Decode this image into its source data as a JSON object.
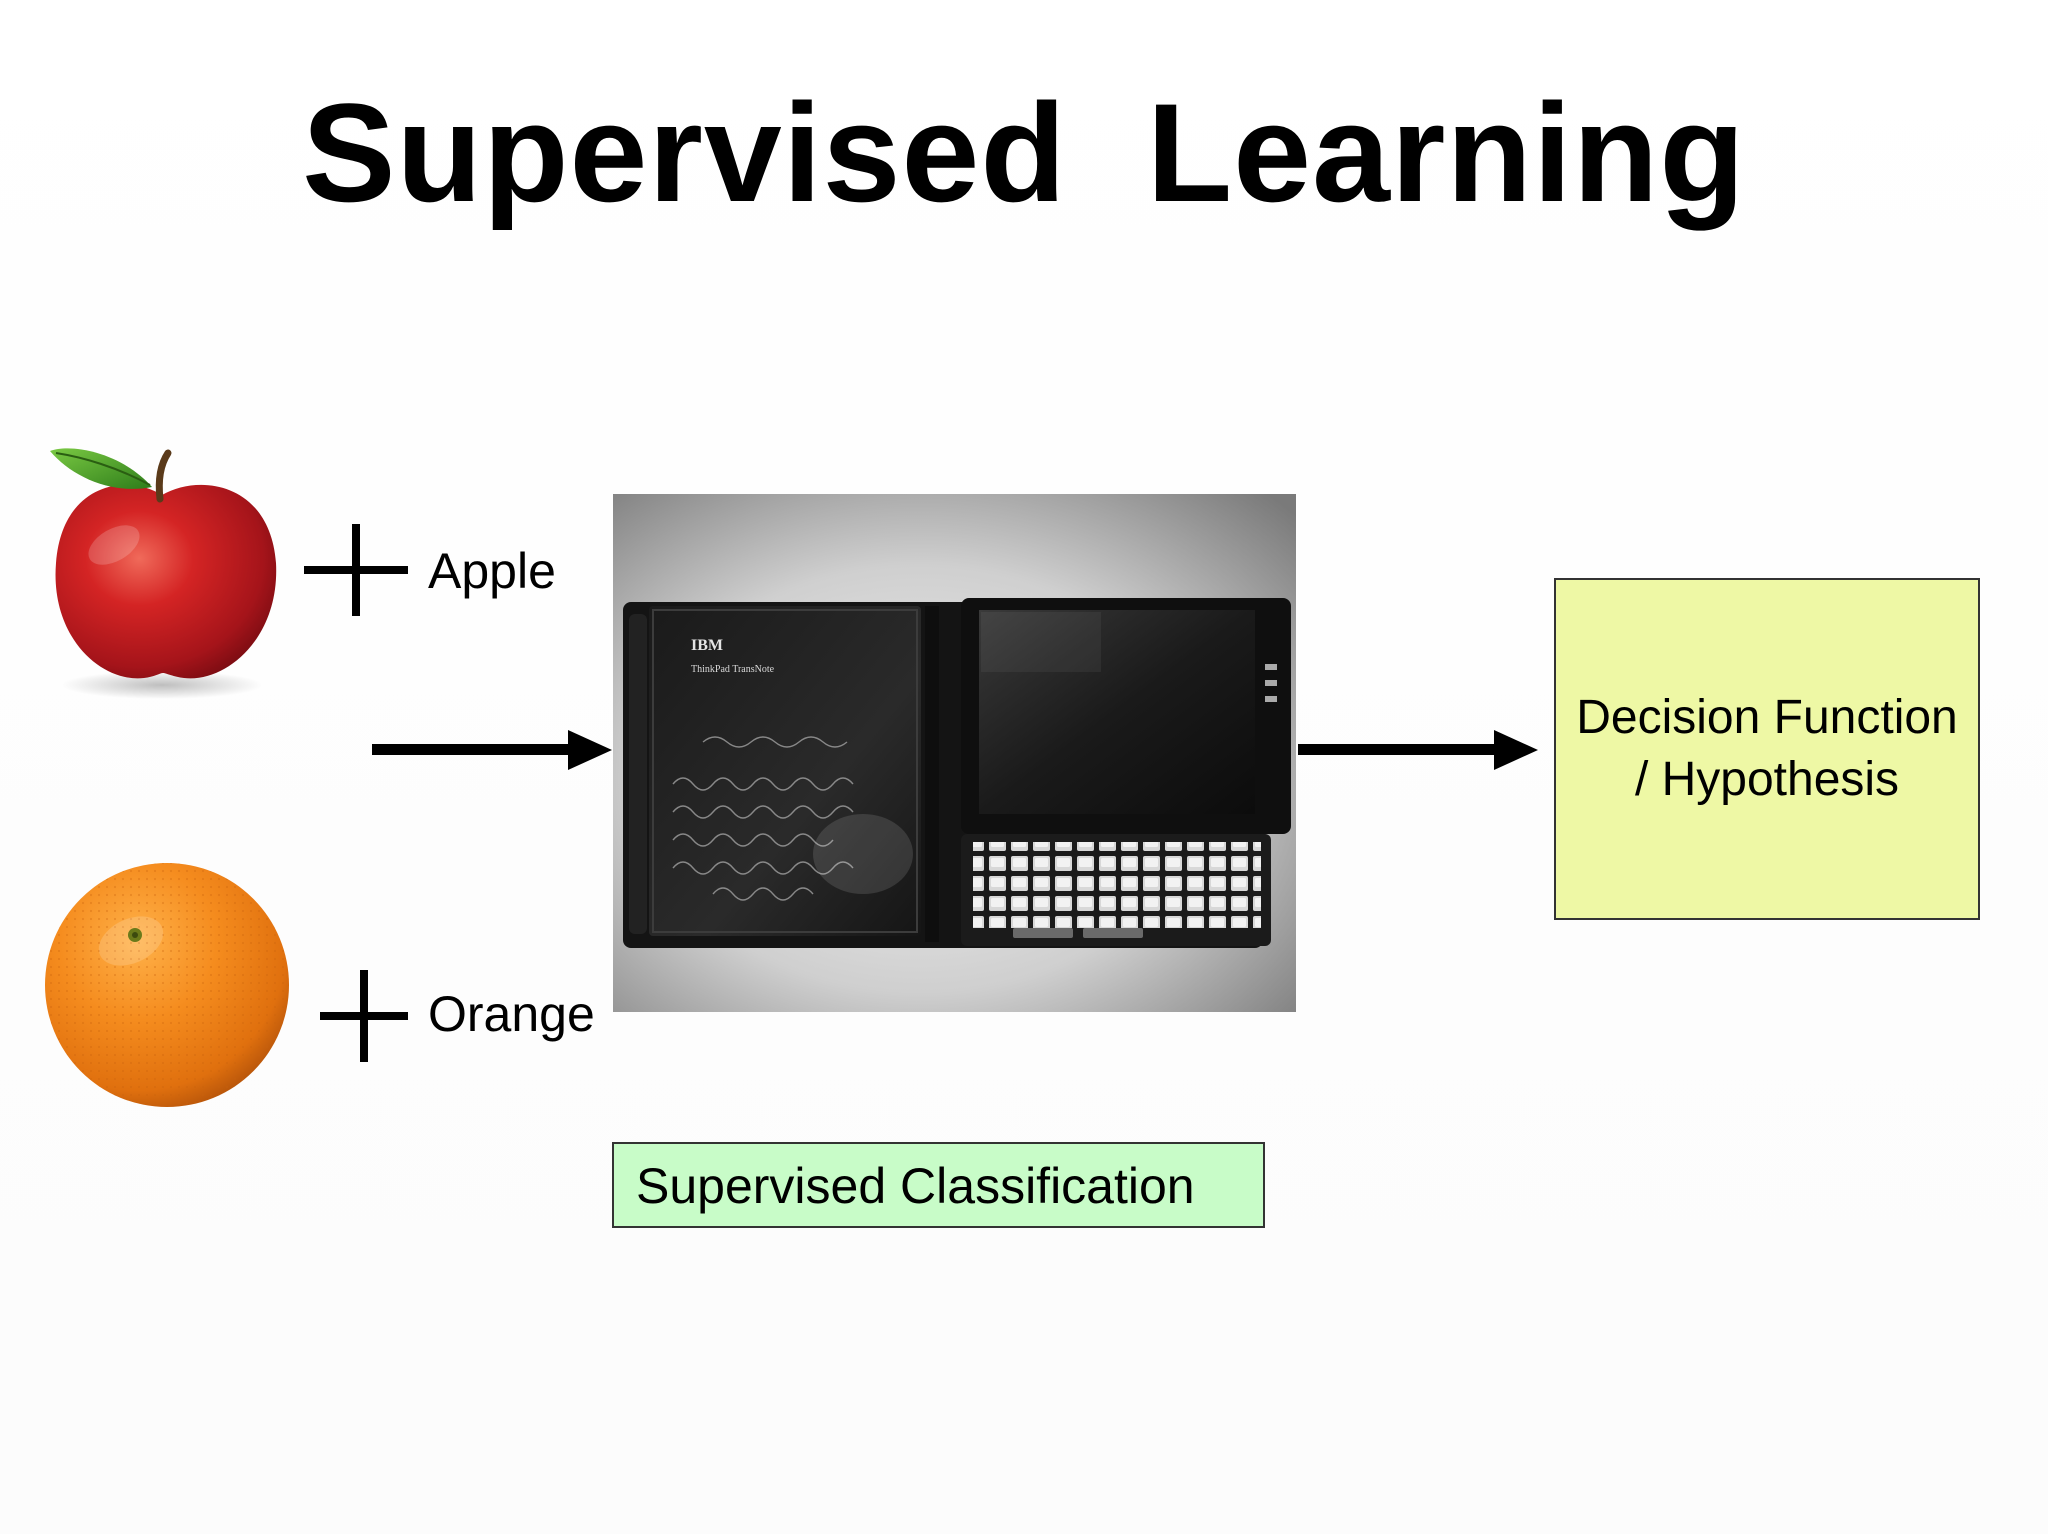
{
  "slide": {
    "title": "Supervised  Learning",
    "inputs": [
      {
        "image": "apple-image",
        "label": "Apple"
      },
      {
        "image": "orange-image",
        "label": "Orange"
      }
    ],
    "device_image": "ibm-thinkpad-transnote-photo",
    "device_text": {
      "brand": "IBM",
      "model": "ThinkPad TransNote"
    },
    "output_box": {
      "line1": "Decision Function",
      "line2": "/ Hypothesis",
      "color": "#eef8a5"
    },
    "caption_box": {
      "label": "Supervised Classification",
      "color": "#c8fcc8"
    },
    "icons": [
      "plus-icon",
      "arrow-right-icon"
    ]
  }
}
